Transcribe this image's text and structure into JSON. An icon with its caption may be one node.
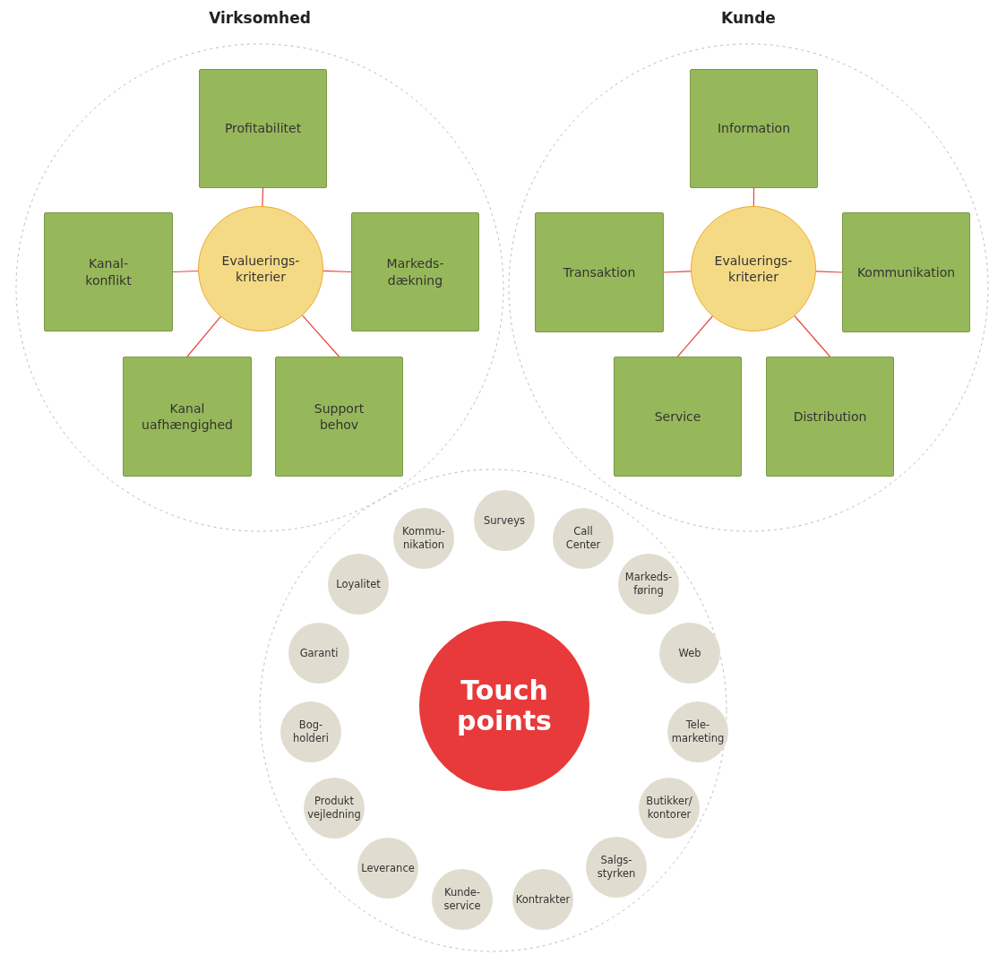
{
  "diagram": {
    "nodes": [
      {
        "text": [
          "Virksomhed"
        ]
      },
      {
        "text": [
          "Profitabilitet"
        ],
        "in": 0
      },
      {
        "text": [
          "Kanal- konflikt"
        ],
        "in": 0
      },
      {
        "text": [
          "Evaluerings- kriterier"
        ],
        "in": 0
      },
      {
        "text": [
          "Markeds- dækning"
        ],
        "in": 0
      },
      {
        "text": [
          "Kanal uafhængighed"
        ],
        "in": 0
      },
      {
        "text": [
          "Support behov"
        ],
        "in": 0
      },
      {
        "text": [
          "Kunde"
        ]
      },
      {
        "text": [
          "Information"
        ],
        "in": 7
      },
      {
        "text": [
          "Transaktion"
        ],
        "in": 7
      },
      {
        "text": [
          "Evaluerings- kriterier"
        ],
        "in": 7
      },
      {
        "text": [
          "Kommunikation"
        ],
        "in": 7
      },
      {
        "text": [
          "Service"
        ],
        "in": 7
      },
      {
        "text": [
          "Distribution"
        ],
        "in": 7
      },
      {
        "text": [],
        "shape": "circle"
      },
      {
        "text": [
          "Touch points"
        ],
        "in": 14
      },
      {
        "text": [
          "Surveys"
        ],
        "in": 14
      },
      {
        "text": [
          "Call Center"
        ],
        "in": 14
      },
      {
        "text": [
          "Markeds- føring"
        ],
        "in": 14
      },
      {
        "text": [
          "Web"
        ],
        "in": 14
      },
      {
        "text": [
          "Tele- marketing"
        ],
        "in": 14
      },
      {
        "text": [
          "Butikker/ kontorer"
        ],
        "in": 14
      },
      {
        "text": [
          "Salgs- styrken"
        ],
        "in": 14
      },
      {
        "text": [
          "Kontrakter"
        ],
        "in": 14
      },
      {
        "text": [
          "Kunde- service"
        ],
        "in": 14
      },
      {
        "text": [
          "Leverance"
        ],
        "in": 14
      },
      {
        "text": [
          "Produkt vejledning"
        ],
        "in": 14
      },
      {
        "text": [
          "Bog- holderi"
        ],
        "in": 14
      },
      {
        "text": [
          "Garanti"
        ],
        "in": 14
      },
      {
        "text": [
          "Loyalitet"
        ],
        "in": 14
      },
      {
        "text": [
          "Kommu- nikation"
        ],
        "in": 14
      }
    ],
    "edges": [
      {
        "from": 3,
        "to": 1,
        "arrow": "none"
      },
      {
        "from": 3,
        "to": 2,
        "arrow": "none"
      },
      {
        "from": 3,
        "to": 4,
        "arrow": "none"
      },
      {
        "from": 3,
        "to": 5,
        "arrow": "none"
      },
      {
        "from": 3,
        "to": 6,
        "arrow": "none"
      },
      {
        "from": 10,
        "to": 8,
        "arrow": "none"
      },
      {
        "from": 10,
        "to": 9,
        "arrow": "none"
      },
      {
        "from": 10,
        "to": 11,
        "arrow": "none"
      },
      {
        "from": 10,
        "to": 12,
        "arrow": "none"
      },
      {
        "from": 10,
        "to": 13,
        "arrow": "none"
      }
    ]
  }
}
